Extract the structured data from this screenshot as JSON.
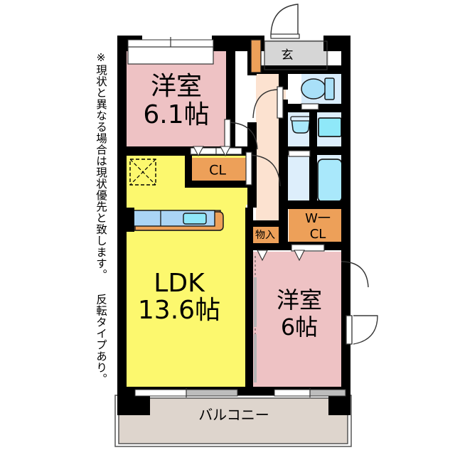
{
  "page": {
    "type": "japanese-floor-plan",
    "title": "間取り図"
  },
  "note": {
    "text": "※現状と異なる場合は現状優先と致します。 反転タイプあり。"
  },
  "rooms": [
    {
      "id": "bedroom-main",
      "name": "洋室",
      "size": "6.1帖",
      "color": "#eec2c4"
    },
    {
      "id": "ldk",
      "name": "LDK",
      "size": "13.6帖",
      "color": "#fcf86e"
    },
    {
      "id": "bedroom-second",
      "name": "洋室",
      "size": "6帖",
      "color": "#eec2c4"
    },
    {
      "id": "balcony",
      "name": "バルコニー",
      "size": "",
      "color": "#ded5cd"
    }
  ],
  "labels": {
    "bedroom_main_name": "洋室",
    "bedroom_main_size": "6.1帖",
    "ldk_name": "LDK",
    "ldk_size": "13.6帖",
    "bedroom_second_name": "洋室",
    "bedroom_second_size": "6帖",
    "balcony_name": "バルコニー",
    "entrance": "玄",
    "closet": "CL",
    "walk_in_closet_line1": "W一",
    "walk_in_closet_line2": "CL",
    "storage": "物入"
  },
  "fixtures": [
    {
      "id": "toilet",
      "name": "toilet-fixture",
      "color": "#d8ecfb"
    },
    {
      "id": "washbasin",
      "name": "washbasin-fixture",
      "color": "#aee4f5"
    },
    {
      "id": "washer-space",
      "name": "washing-machine-space",
      "color": "#8fe1f7"
    },
    {
      "id": "bathtub",
      "name": "bathtub-fixture",
      "color": "#a9e8fb"
    },
    {
      "id": "kitchen-counter",
      "name": "kitchen-counter",
      "color": "#aad4f5"
    },
    {
      "id": "kitchen-sink",
      "name": "kitchen-sink",
      "color": "#8fe8f9"
    },
    {
      "id": "pipe-shaft",
      "name": "pipe-shaft-marker",
      "color": "#ffffff"
    }
  ],
  "colors": {
    "wall": "#000000",
    "bedroom": "#eec2c4",
    "ldk": "#fcf86e",
    "hall": "#fce2d0",
    "entrance": "#d6d6d6",
    "closet": "#eda059",
    "balcony": "#ded5cd",
    "water_area": "#ddeefb",
    "fixture_blue": "#a9e0f8",
    "outline": "#1a1a1a"
  }
}
